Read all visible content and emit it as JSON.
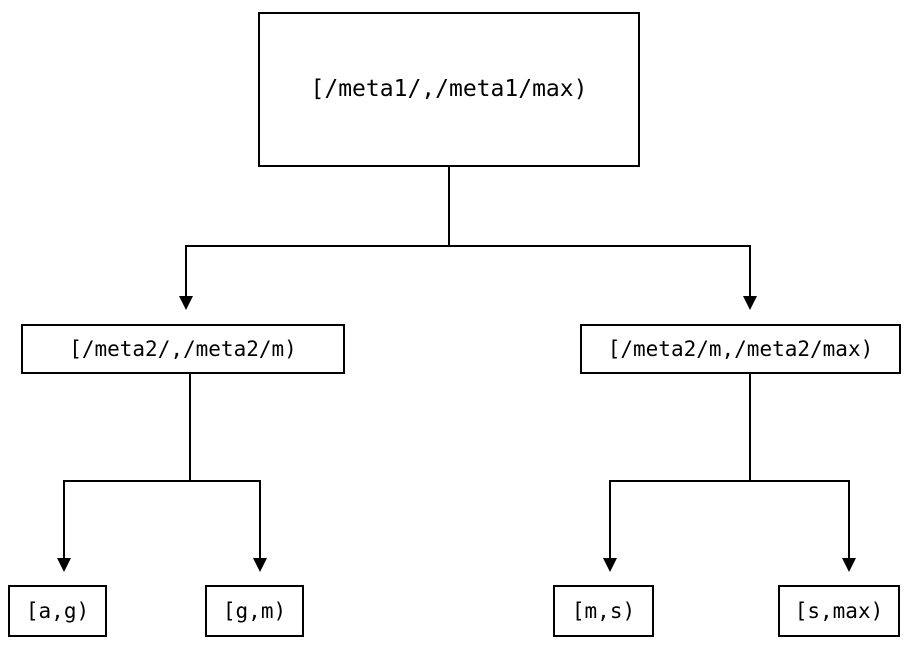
{
  "diagram": {
    "type": "tree",
    "orientation": "top-down",
    "background_color": "#ffffff",
    "stroke_color": "#000000",
    "nodes": {
      "root": {
        "label": "[/meta1/,/meta1/max)"
      },
      "mid_left": {
        "label": "[/meta2/,/meta2/m)"
      },
      "mid_right": {
        "label": "[/meta2/m,/meta2/max)"
      },
      "leaf_ag": {
        "label": "[a,g)"
      },
      "leaf_gm": {
        "label": "[g,m)"
      },
      "leaf_ms": {
        "label": "[m,s)"
      },
      "leaf_smax": {
        "label": "[s,max)"
      }
    },
    "edges": [
      {
        "from": "root",
        "to": "mid_left",
        "arrow": "down-triangle"
      },
      {
        "from": "root",
        "to": "mid_right",
        "arrow": "down-triangle"
      },
      {
        "from": "mid_left",
        "to": "leaf_ag",
        "arrow": "down-triangle"
      },
      {
        "from": "mid_left",
        "to": "leaf_gm",
        "arrow": "down-triangle"
      },
      {
        "from": "mid_right",
        "to": "leaf_ms",
        "arrow": "down-triangle"
      },
      {
        "from": "mid_right",
        "to": "leaf_smax",
        "arrow": "down-triangle"
      }
    ]
  }
}
